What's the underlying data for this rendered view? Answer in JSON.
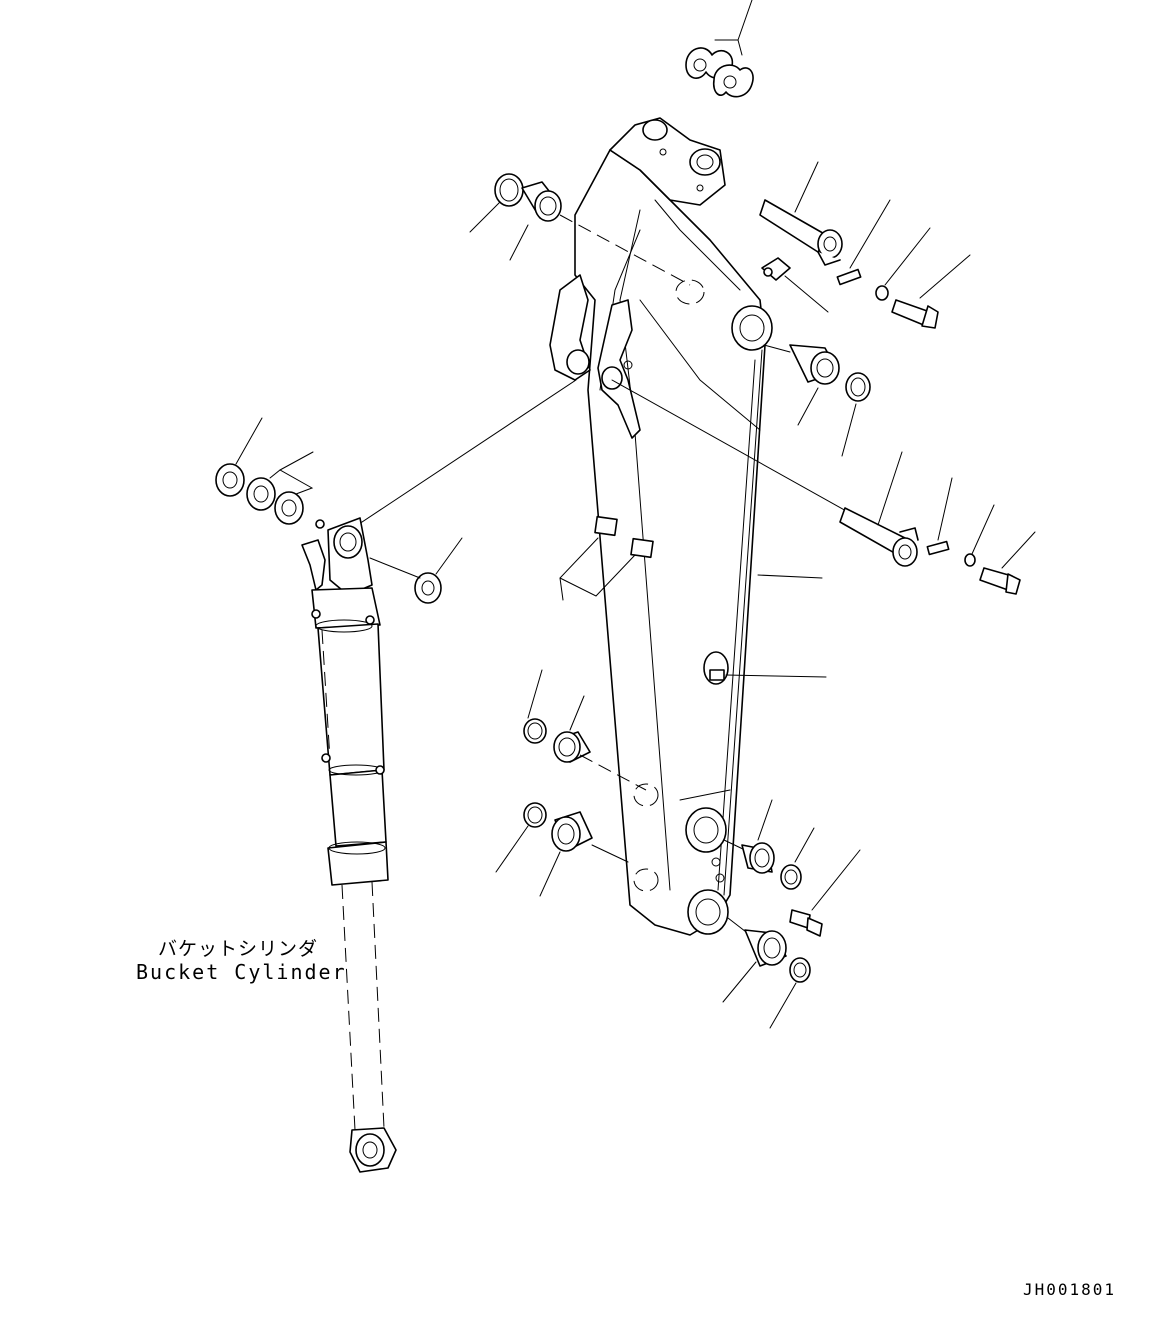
{
  "component_label": {
    "japanese": "バケットシリンダ",
    "english": "Bucket Cylinder"
  },
  "drawing_id": "JH001801"
}
